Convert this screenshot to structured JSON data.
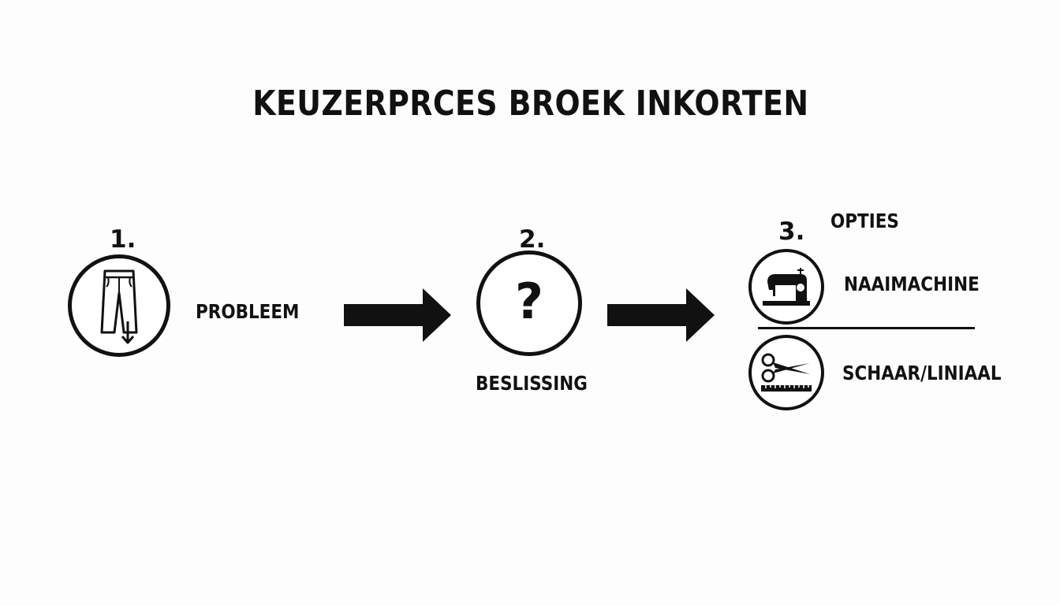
{
  "title": "KEUZERPRCES BROEK INKORTEN",
  "steps": [
    {
      "number": "1.",
      "label": "PROBLEEM",
      "icon": "trousers-arrow-down-icon"
    },
    {
      "number": "2.",
      "label": "BESLISSING",
      "icon": "question-mark-icon"
    },
    {
      "number": "3.",
      "header": "OPTIES"
    }
  ],
  "options": [
    {
      "label": "NAAIMACHINE",
      "icon": "sewing-machine-icon"
    },
    {
      "label": "SCHAAR/LINIAAL",
      "icon": "scissors-ruler-icon"
    }
  ],
  "colors": {
    "ink": "#111111",
    "background": "#fdfdfd"
  }
}
